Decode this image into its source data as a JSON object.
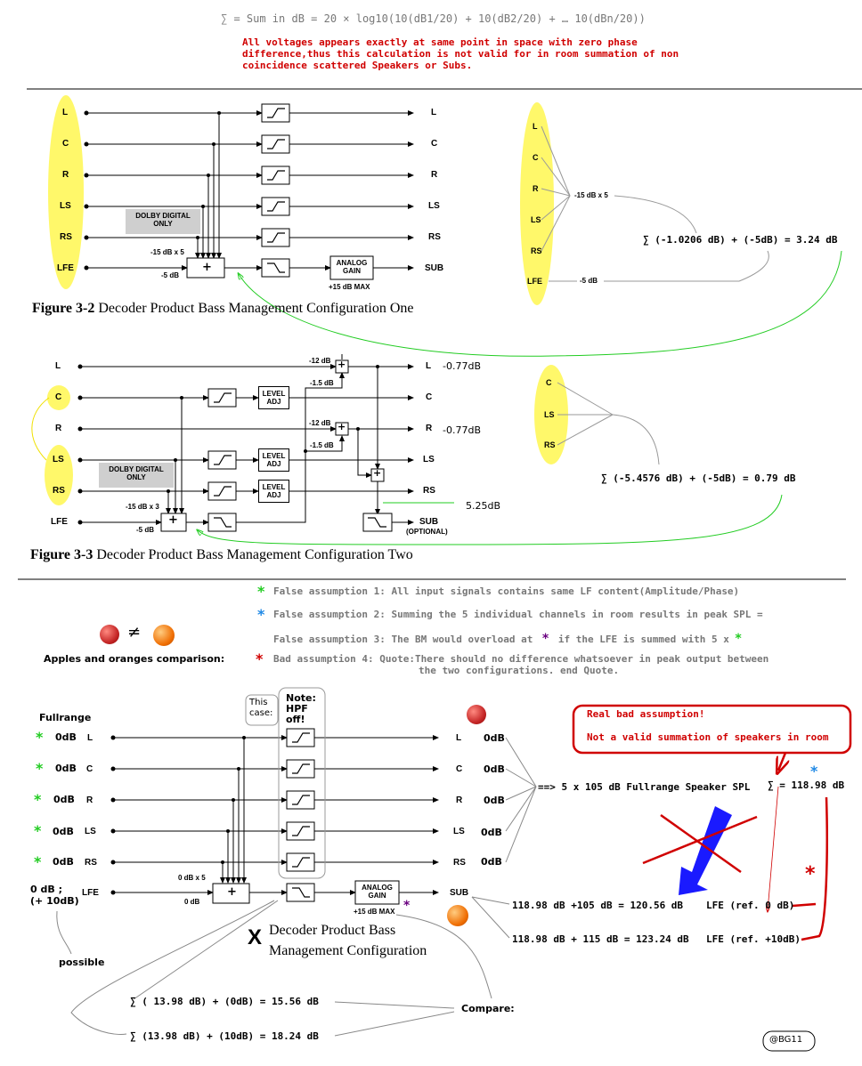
{
  "header": {
    "formula": "∑ =  Sum in dB = 20 × log10(10(dB1/20) + 10(dB2/20) + … 10(dBn/20))",
    "warning_lines": [
      "All voltages appears exactly at same point in space with zero phase",
      "difference,thus this calculation is not valid for in room summation of non",
      "coincidence scattered Speakers or Subs."
    ]
  },
  "fig1": {
    "inputs": [
      "L",
      "C",
      "R",
      "LS",
      "RS",
      "LFE"
    ],
    "outputs": [
      "L",
      "C",
      "R",
      "LS",
      "RS",
      "SUB"
    ],
    "dolby": [
      "DOLBY DIGITAL",
      "ONLY"
    ],
    "gain_15x5": "-15 dB x 5",
    "gain_5": "-5 dB",
    "plus": "+",
    "analog_gain": [
      "ANALOG",
      "GAIN"
    ],
    "max": "+15 dB MAX",
    "caption_num": "Figure 3-2",
    "caption_text": " Decoder Product Bass Management Configuration One",
    "side_inputs": [
      "L",
      "C",
      "R",
      "LS",
      "RS",
      "LFE"
    ],
    "side_gain": "-15 dB x 5",
    "side_lfe_gain": "-5 dB",
    "sum": "∑ (-1.0206 dB)  + (-5dB) = 3.24 dB"
  },
  "fig2": {
    "inputs": [
      "L",
      "C",
      "R",
      "LS",
      "RS",
      "LFE"
    ],
    "outputs": [
      "L",
      "C",
      "R",
      "LS",
      "RS",
      "SUB"
    ],
    "sub_sub": "(OPTIONAL)",
    "level_adj": [
      "LEVEL",
      "ADJ"
    ],
    "dolby": [
      "DOLBY DIGITAL",
      "ONLY"
    ],
    "gain_12": "-12 dB",
    "gain_15": "-1.5 dB",
    "gain_15x3": "-15 dB x 3",
    "gain_5": "-5 dB",
    "out_L": "-0.77dB",
    "out_R": "-0.77dB",
    "out_rs": "5.25dB",
    "caption_num": "Figure 3-3",
    "caption_text": " Decoder Product Bass Management Configuration Two",
    "side_inputs": [
      "C",
      "LS",
      "RS"
    ],
    "sum": "∑   (-5.4576 dB) + (-5dB) = 0.79 dB"
  },
  "assumptions": {
    "a1": "False assumption 1: All input signals contains same LF content(Amplitude/Phase)",
    "a2": "False assumption 2: Summing the 5 individual channels in room results in peak SPL =",
    "a3_pre": "False assumption 3: The BM would overload at",
    "a3_mid": "if the LFE is summed with  5 x",
    "a4_line1": "Bad assumption 4: Quote:There should no difference whatsoever in peak output between",
    "a4_line2": "the two configurations. end Quote.",
    "apples_label": "Apples and oranges comparison:",
    "neq": "≠",
    "star": "*"
  },
  "fig3": {
    "fullrange": "Fullrange",
    "inputs": [
      {
        "level": "0dB",
        "ch": "L"
      },
      {
        "level": "0dB",
        "ch": "C"
      },
      {
        "level": "0dB",
        "ch": "R"
      },
      {
        "level": "0dB",
        "ch": "LS"
      },
      {
        "level": "0dB",
        "ch": "RS"
      }
    ],
    "lfe_level_1": "0 dB ;",
    "lfe_level_2": "(+ 10dB)",
    "lfe": "LFE",
    "possible": "possible",
    "this_case": [
      "This",
      "case:"
    ],
    "note": [
      "Note:",
      "HPF",
      "off!"
    ],
    "gain_0x5": "0 dB x 5",
    "gain_0": "0 dB",
    "outputs": [
      {
        "ch": "L",
        "level": "0dB"
      },
      {
        "ch": "C",
        "level": "0dB"
      },
      {
        "ch": "R",
        "level": "0dB"
      },
      {
        "ch": "LS",
        "level": "0dB"
      },
      {
        "ch": "RS",
        "level": "0dB"
      }
    ],
    "sub": "SUB",
    "analog_gain": [
      "ANALOG",
      "GAIN"
    ],
    "max": "+15 dB MAX",
    "spl": "==> 5 x 105 dB Fullrange Speaker SPL",
    "sum_spl": "∑ = 118.98 dB",
    "real_bad": "Real bad assumption!",
    "not_valid": "Not a valid summation of speakers in room",
    "eq1": "118.98 dB +105 dB = 120.56 dB",
    "eq1_ref": "LFE (ref. 0 dB)",
    "eq2": "118.98 dB + 115 dB = 123.24 dB",
    "eq2_ref": "LFE (ref. +10dB)",
    "x_mark": "X",
    "caption": [
      "Decoder Product Bass",
      "Management Configuration"
    ],
    "compare": "Compare:",
    "sum1": "∑  ( 13.98 dB) + (0dB) = 15.56 dB",
    "sum2": "∑  (13.98 dB)  + (10dB) = 18.24 dB",
    "credit": "@BG11"
  },
  "colors": {
    "yellow": "#fff86a",
    "green": "#22cc22",
    "red": "#d00000",
    "blue": "#1a1aff",
    "purple": "#6a0080",
    "cyan_star": "#1e88e5"
  }
}
